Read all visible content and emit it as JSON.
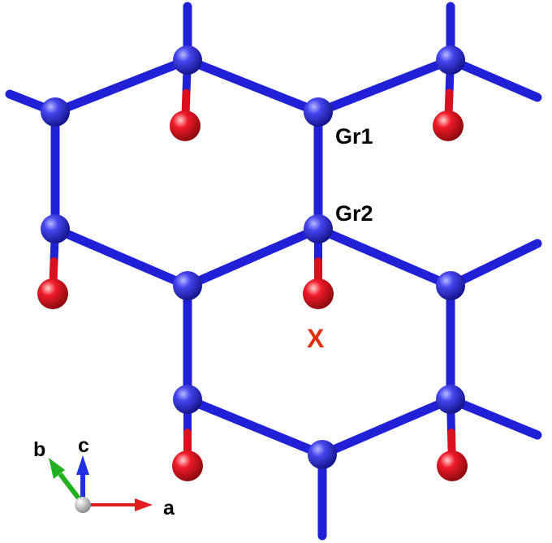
{
  "structure": {
    "colors": {
      "bond_carbon": "#2020d6",
      "atom_carbon": "#3535e0",
      "atom_x": "#e01020",
      "bond_x": "#d81020",
      "label_text": "#000000",
      "x_label": "#e03010"
    },
    "site_labels": {
      "gr1": "Gr1",
      "gr2": "Gr2",
      "x_site": "X"
    }
  },
  "axes": {
    "a_label": "a",
    "b_label": "b",
    "c_label": "c",
    "a_color": "#e02020",
    "b_color": "#20b020",
    "c_color": "#2030e0",
    "origin_color": "#c8c8c8"
  }
}
